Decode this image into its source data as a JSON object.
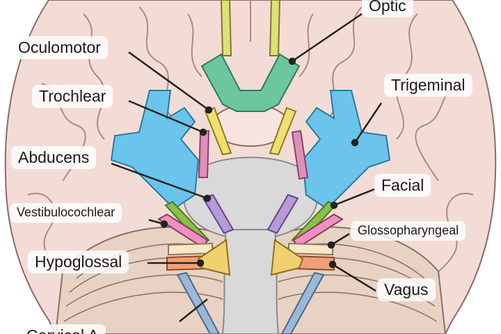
{
  "colors": {
    "brain": "#f4dcd6",
    "brain_outline": "#8a6a64",
    "sulcus": "#b08880",
    "cerebellum": "#e8d2c4",
    "cerebellum_line": "#8a7060",
    "brainstem": "#d9d9d9",
    "olfactory": "#e0e07a",
    "optic": "#6cc6a0",
    "oculomotor": "#f0e070",
    "trochlear": "#e090b8",
    "trigeminal": "#6ac4ec",
    "abducens": "#b89ad8",
    "facial": "#88c048",
    "vestibulocochlear": "#f090c0",
    "glossopharyngeal": "#f8e8c8",
    "vagus": "#f0a078",
    "accessory": "#9ab8d8",
    "hypoglossal": "#f0d070",
    "leader": "#222222"
  },
  "labels": {
    "optic": "Optic",
    "oculomotor": "Oculomotor",
    "trochlear": "Trochlear",
    "trigeminal": "Trigeminal",
    "abducens": "Abducens",
    "facial": "Facial",
    "vestibulocochlear": "Vestibulocochlear",
    "glossopharyngeal": "Glossopharyngeal",
    "hypoglossal": "Hypoglossal",
    "vagus": "Vagus",
    "accessory": "Cervical A"
  }
}
